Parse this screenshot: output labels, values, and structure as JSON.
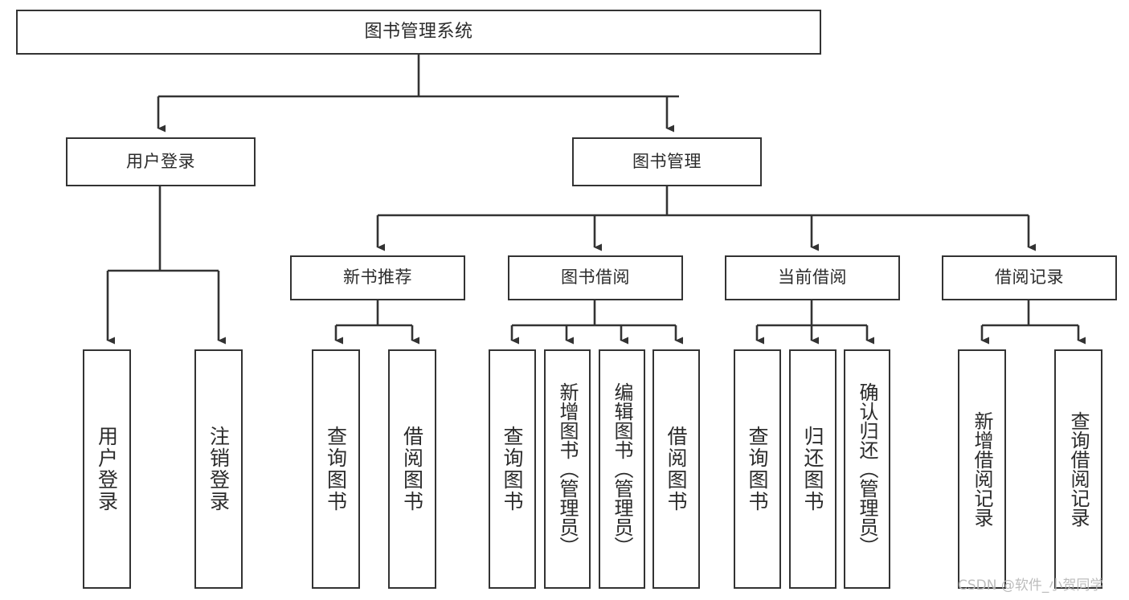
{
  "diagram": {
    "title": "图书管理系统",
    "type": "tree",
    "orientation": "top-down",
    "colors": {
      "box_border": "#333333",
      "box_fill": "#ffffff",
      "connector": "#333333",
      "text": "#2b2b2b",
      "background": "#ffffff",
      "watermark": "#b9b9b9"
    },
    "watermark": "CSDN @软件_小贺同学"
  },
  "nodes": {
    "root": {
      "label": "图书管理系统",
      "level": 1,
      "text_direction": "horizontal"
    },
    "level2": [
      {
        "id": "user-login",
        "label": "用户登录",
        "text_direction": "horizontal"
      },
      {
        "id": "book-management",
        "label": "图书管理",
        "text_direction": "horizontal"
      }
    ],
    "level3": [
      {
        "id": "new-book-recommend",
        "label": "新书推荐",
        "parent": "book-management",
        "text_direction": "horizontal"
      },
      {
        "id": "book-borrow",
        "label": "图书借阅",
        "parent": "book-management",
        "text_direction": "horizontal"
      },
      {
        "id": "current-borrow",
        "label": "当前借阅",
        "parent": "book-management",
        "text_direction": "horizontal"
      },
      {
        "id": "borrow-record",
        "label": "借阅记录",
        "parent": "book-management",
        "text_direction": "horizontal"
      }
    ],
    "leaves": [
      {
        "id": "leaf-user-login",
        "label": "用户登录",
        "parent": "user-login",
        "text_direction": "vertical"
      },
      {
        "id": "leaf-logout",
        "label": "注销登录",
        "parent": "user-login",
        "text_direction": "vertical"
      },
      {
        "id": "leaf-query-book-1",
        "label": "查询图书",
        "parent": "new-book-recommend",
        "text_direction": "vertical"
      },
      {
        "id": "leaf-borrow-book-1",
        "label": "借阅图书",
        "parent": "new-book-recommend",
        "text_direction": "vertical"
      },
      {
        "id": "leaf-query-book-2",
        "label": "查询图书",
        "parent": "book-borrow",
        "text_direction": "vertical"
      },
      {
        "id": "leaf-add-book",
        "label": "新增图书（管理员）",
        "parent": "book-borrow",
        "text_direction": "vertical"
      },
      {
        "id": "leaf-edit-book",
        "label": "编辑图书（管理员）",
        "parent": "book-borrow",
        "text_direction": "vertical"
      },
      {
        "id": "leaf-borrow-book-2",
        "label": "借阅图书",
        "parent": "book-borrow",
        "text_direction": "vertical"
      },
      {
        "id": "leaf-query-book-3",
        "label": "查询图书",
        "parent": "current-borrow",
        "text_direction": "vertical"
      },
      {
        "id": "leaf-return-book",
        "label": "归还图书",
        "parent": "current-borrow",
        "text_direction": "vertical"
      },
      {
        "id": "leaf-confirm-return",
        "label": "确认归还（管理员）",
        "parent": "current-borrow",
        "text_direction": "vertical"
      },
      {
        "id": "leaf-add-record",
        "label": "新增借阅记录",
        "parent": "borrow-record",
        "text_direction": "vertical"
      },
      {
        "id": "leaf-query-record",
        "label": "查询借阅记录",
        "parent": "borrow-record",
        "text_direction": "vertical"
      }
    ]
  }
}
